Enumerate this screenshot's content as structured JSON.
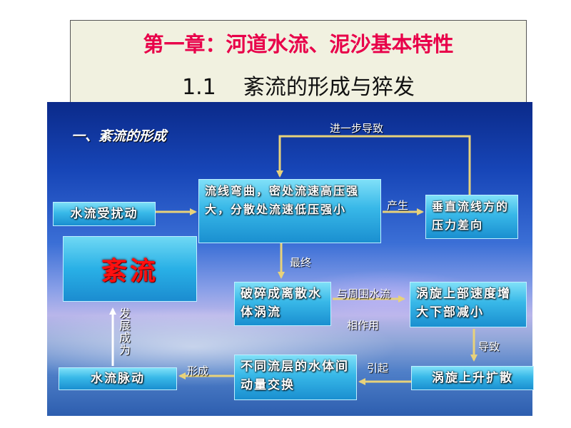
{
  "header": {
    "title": "第一章：河道水流、泥沙基本特性",
    "subtitle": "1.1    紊流的形成与猝发"
  },
  "diagram": {
    "section_title": "一、紊流的形成",
    "nodes": {
      "disturbed": "水流受扰动",
      "curved": "流线弯曲，密处流速高压强大，分散处流速低压强小",
      "pressure_diff": "垂直流线方的压力差向",
      "turbulence": "紊流",
      "broken": "破碎成离散水体涡流",
      "vortex_speed": "涡旋上部速度增大下部减小",
      "pulsation": "水流脉动",
      "momentum": "不同流层的水体间动量交换",
      "vortex_rise": "涡旋上升扩散"
    },
    "edge_labels": {
      "further": "进一步导致",
      "produce": "产生",
      "finally": "最终",
      "with_water": "与周围水流",
      "interact": "相作用",
      "lead": "导致",
      "cause": "引起",
      "form": "形成",
      "develop": "发展成为"
    }
  }
}
